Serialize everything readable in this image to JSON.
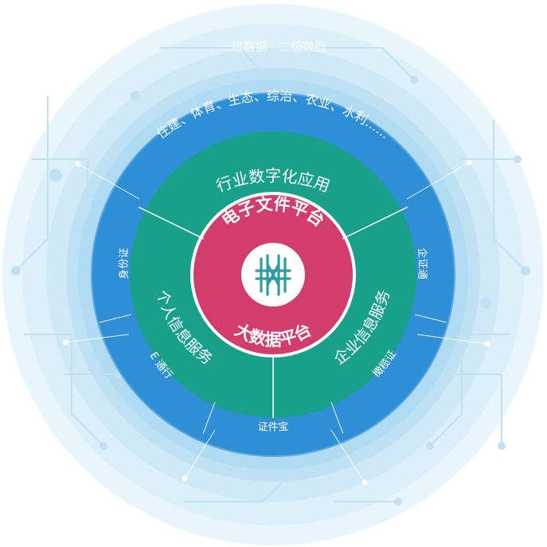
{
  "watermark": "一级数据 · 二级数据",
  "core": {
    "top_label": "电子文件平台",
    "bottom_label": "大数据平台",
    "logo_icon": "platform-logo-icon"
  },
  "middle_ring": {
    "industry": "行业数字化应用",
    "personal": "个人信息服务",
    "enterprise": "企业信息服务"
  },
  "outer_ring": {
    "industry_examples": "住建、体育、生态、综治、农业、水利……",
    "left_item": "身份证",
    "lower_left_item": "E 通行",
    "bottom_item": "证件宝",
    "lower_right_item": "橄榄证",
    "right_item": "企证通"
  },
  "colors": {
    "core": "#d23d6d",
    "middle": "#18a08a",
    "outer": "#2f8fd6",
    "halo": "#bde0f4",
    "line": "#c8e3f4",
    "logo": "#2e9ca0"
  }
}
